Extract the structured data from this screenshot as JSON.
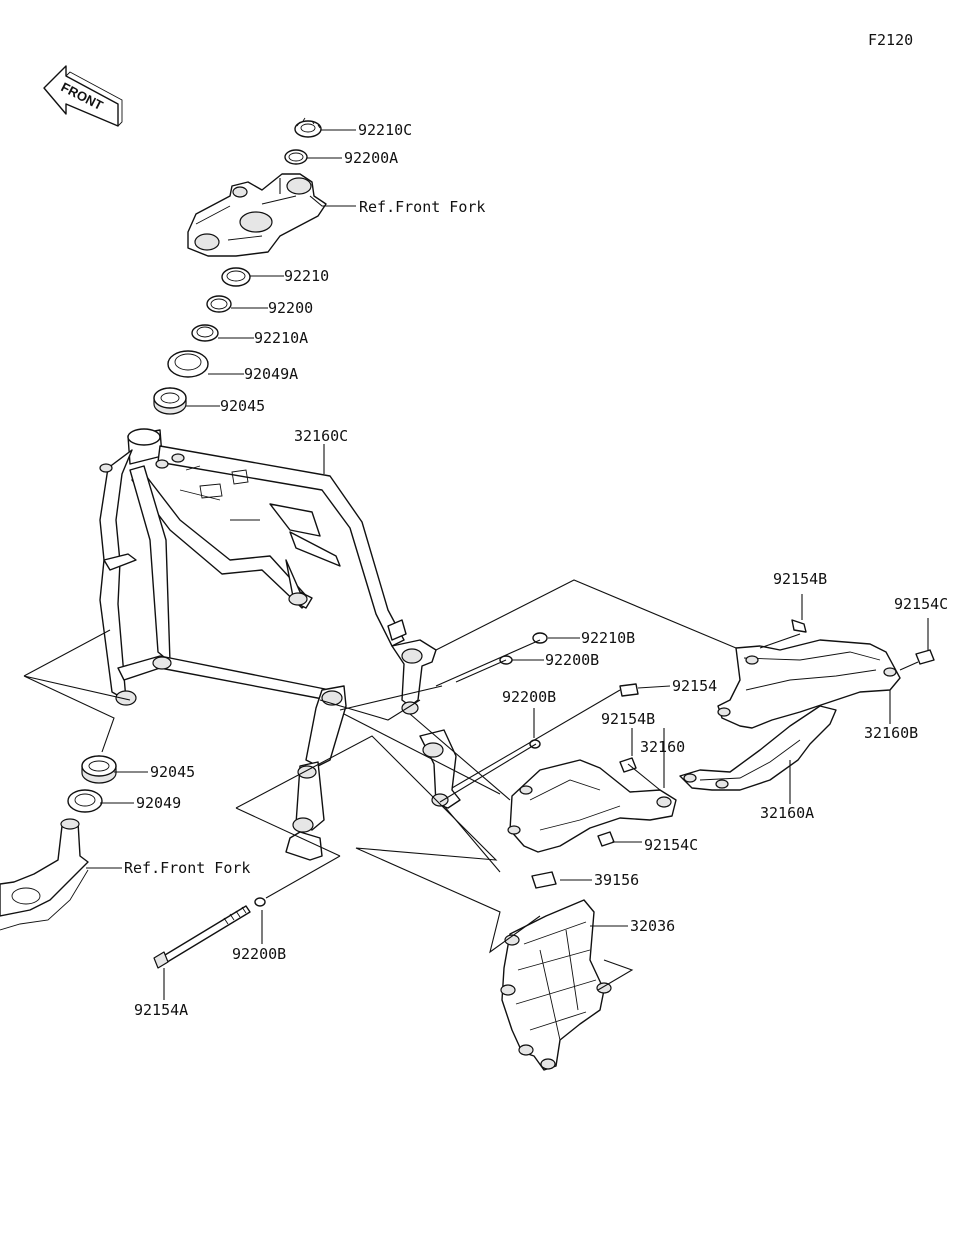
{
  "figure_code": "F2120",
  "front_badge": "FRONT",
  "labels": {
    "p92210C": "92210C",
    "p92200A": "92200A",
    "ref_front_fork_top": "Ref.Front Fork",
    "p92210": "92210",
    "p92200": "92200",
    "p92210A": "92210A",
    "p92049A": "92049A",
    "p92045_top": "92045",
    "p32160C": "32160C",
    "p92210B": "92210B",
    "p92200B_right": "92200B",
    "p92154B_right": "92154B",
    "p92154C_right": "92154C",
    "p92200B_mid": "92200B",
    "p92154": "92154",
    "p92154B_mid": "92154B",
    "p32160": "32160",
    "p32160B": "32160B",
    "p32160A": "32160A",
    "p92045_bottom": "92045",
    "p92049": "92049",
    "ref_front_fork_bottom": "Ref.Front Fork",
    "p92154C_mid": "92154C",
    "p39156": "39156",
    "p32036": "32036",
    "p92200B_bottom": "92200B",
    "p92154A": "92154A"
  }
}
